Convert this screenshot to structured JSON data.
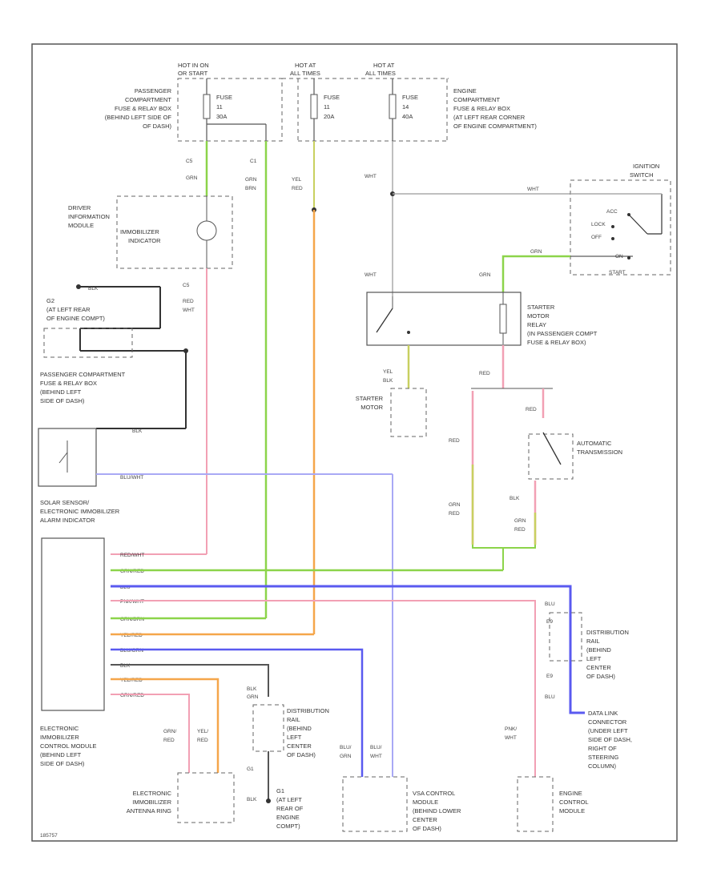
{
  "fuse_boxes": {
    "hot_in_on": "HOT IN ON",
    "hot_in_on2": "OR START",
    "hot_at_all1": "HOT AT",
    "hot_at_all1b": "ALL TIMES",
    "hot_at_all2": "HOT AT",
    "hot_at_all2b": "ALL TIMES",
    "fuse_label": "FUSE",
    "f1_num": "11",
    "f1_amp": "30A",
    "f2_num": "11",
    "f2_amp": "20A",
    "f3_num": "14",
    "f3_amp": "40A"
  },
  "passenger_box": [
    "PASSENGER",
    "COMPARTMENT",
    "FUSE & RELAY BOX",
    "(BEHIND LEFT SIDE OF",
    "OF DASH)"
  ],
  "engine_box": [
    "ENGINE",
    "COMPARTMENT",
    "FUSE & RELAY BOX",
    "(AT LEFT REAR CORNER",
    "OF ENGINE COMPARTMENT)"
  ],
  "ignition_switch": {
    "title1": "IGNITION",
    "title2": "SWITCH",
    "acc": "ACC",
    "lock": "LOCK",
    "off": "OFF",
    "on": "ON",
    "start": "START"
  },
  "wire_labels": {
    "c5": "C5",
    "c5_grn": "GRN",
    "c1": "C1",
    "c1_grn": "GRN",
    "c1_brn": "BRN",
    "yel": "YEL",
    "red": "RED",
    "wht1": "WHT",
    "wht2": "WHT",
    "wht_c2": "WHT",
    "grn_start": "GRN",
    "grn_relay": "GRN",
    "yel_blk": "YEL",
    "blk2": "BLK",
    "red_relay": "RED",
    "red_r": "RED",
    "red_grn": "RED",
    "grn_red1": "GRN",
    "grn_red1b": "RED",
    "blk_a": "BLK",
    "grn_red2": "GRN",
    "grn_red2b": "RED",
    "red_wht1": "RED",
    "red_wht2": "WHT",
    "blk": "BLK",
    "blu_wht": "BLU/WHT",
    "blu_top": "BLU",
    "e9": "E9",
    "e9b": "E9",
    "blu_bot": "BLU",
    "blu_grn_a": "BLU/",
    "blu_grn_b": "GRN",
    "blu_wht_a": "BLU/",
    "blu_wht_b": "WHT",
    "pnk_wht_a": "PNK/",
    "pnk_wht_b": "WHT",
    "blk_g": "BLK",
    "blk_grn_a": "BLK/",
    "blk_grn_b": "GRN",
    "grn_red_ant": "GRN/",
    "grn_red_antb": "RED",
    "yel_red_ant": "YEL/",
    "yel_red_antb": "RED",
    "g1": "G1"
  },
  "driver_info": [
    "DRIVER",
    "INFORMATION",
    "MODULE"
  ],
  "immobilizer_indicator": [
    "IMMOBILIZER",
    "INDICATOR"
  ],
  "g2_ground": [
    "G2",
    "(AT LEFT REAR",
    "OF ENGINE COMPT)"
  ],
  "relay_box_text": [
    "PASSENGER COMPARTMENT",
    "FUSE & RELAY BOX",
    "(BEHIND LEFT",
    "SIDE OF DASH)"
  ],
  "solar_sensor": [
    "SOLAR SENSOR/",
    "ELECTRONIC IMMOBILIZER",
    "ALARM INDICATOR"
  ],
  "starter_relay": [
    "STARTER",
    "MOTOR",
    "RELAY",
    "(IN PASSENGER COMPT",
    "FUSE & RELAY BOX)"
  ],
  "starter_motor": [
    "STARTER",
    "MOTOR"
  ],
  "auto_trans": [
    "AUTOMATIC",
    "TRANSMISSION"
  ],
  "ecm_module": [
    "ELECTRONIC",
    "IMMOBILIZER",
    "CONTROL MODULE",
    "(BEHIND LEFT",
    "SIDE OF DASH)"
  ],
  "ecm_pins": [
    "RED/WHT",
    "GRN/RED",
    "BLU",
    "PNK/WHT",
    "GRN/BRN",
    "YEL/RED",
    "BLU/GRN",
    "BLK",
    "YEL/RED",
    "GRN/RED"
  ],
  "distribution_top": [
    "DISTRIBUTION",
    "RAIL",
    "(BEHIND",
    "LEFT",
    "CENTER",
    "OF DASH)"
  ],
  "distribution_bot": [
    "DISTRIBUTION",
    "RAIL",
    "(BEHIND",
    "LEFT",
    "CENTER",
    "OF DASH)"
  ],
  "data_link": [
    "DATA LINK",
    "CONNECTOR",
    "(UNDER LEFT",
    "SIDE OF DASH,",
    "RIGHT OF",
    "STEERING",
    "COLUMN)"
  ],
  "antenna": [
    "ELECTRONIC",
    "IMMOBILIZER",
    "ANTENNA RING"
  ],
  "g1_ground": [
    "G1",
    "(AT LEFT",
    "REAR OF",
    "ENGINE",
    "COMPT)"
  ],
  "vsa": [
    "VSA CONTROL",
    "MODULE",
    "(BEHIND LOWER",
    "CENTER",
    "OF DASH)"
  ],
  "engine_module": [
    "ENGINE",
    "CONTROL",
    "MODULE"
  ],
  "footer_code": "185757",
  "colors": {
    "green": "#8cd44a",
    "orange": "#f5a64a",
    "pink": "#f2a0b4",
    "blue": "#5a5af0",
    "lightblue": "#a9a9f5",
    "yellowgreen": "#c8d060",
    "gray": "#555555"
  }
}
